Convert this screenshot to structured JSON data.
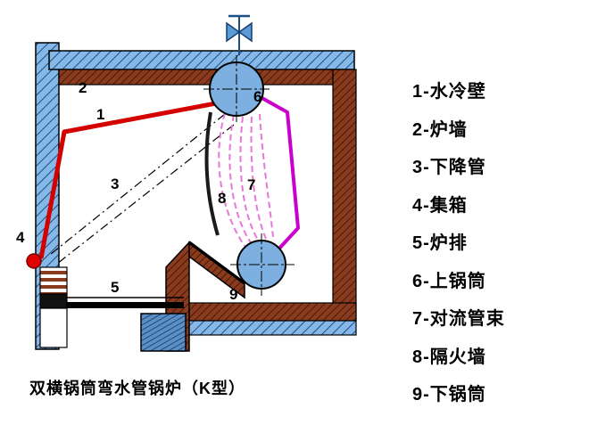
{
  "caption": "双横锅筒弯水管锅炉（K型）",
  "legend": {
    "items": [
      "1-水冷壁",
      "2-炉墙",
      "3-下降管",
      "4-集箱",
      "5-炉排",
      "6-上锅筒",
      "7-对流管束",
      "8-隔火墙",
      "9-下锅筒"
    ]
  },
  "diagram": {
    "labels": [
      "1",
      "2",
      "3",
      "4",
      "5",
      "6",
      "7",
      "8",
      "9"
    ]
  },
  "colors": {
    "wall_blue": "#85b8e8",
    "brick_brown": "#8a3b1e",
    "drum_blue": "#7db0e0",
    "tube_red": "#d40000",
    "bundle_magenta": "#cc00cc",
    "tube_pink": "#e878d8",
    "header_red": "#e00000",
    "valve_blue": "#5b9bd5"
  }
}
